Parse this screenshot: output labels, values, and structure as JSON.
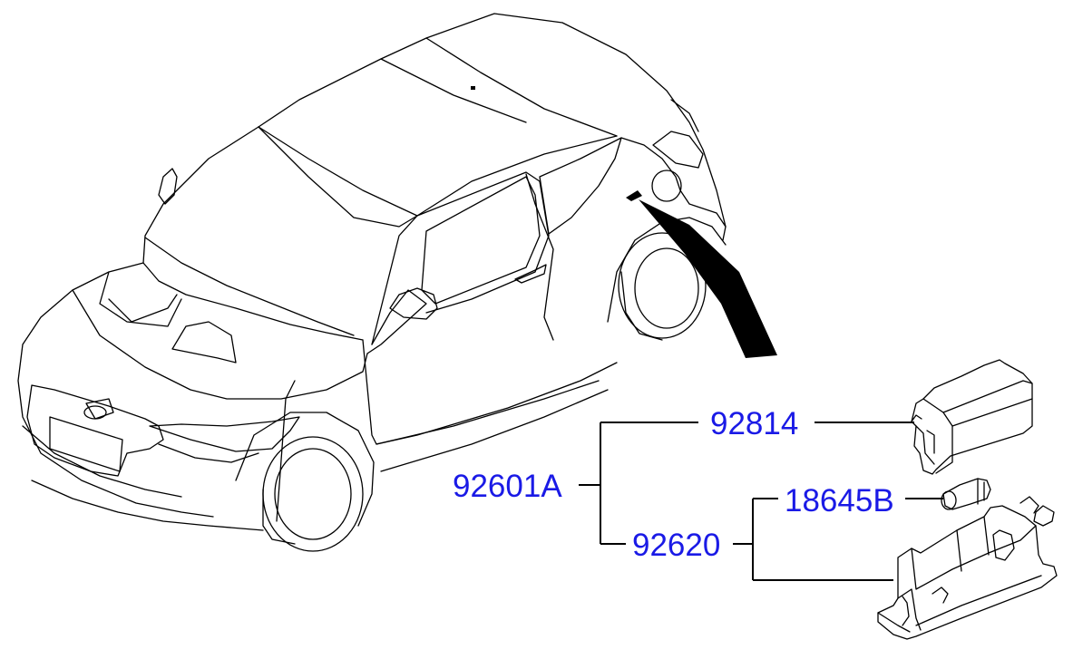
{
  "diagram": {
    "parts": {
      "assembly": "92601A",
      "lens": "92814",
      "bulb": "18645B",
      "housing": "92620"
    }
  }
}
